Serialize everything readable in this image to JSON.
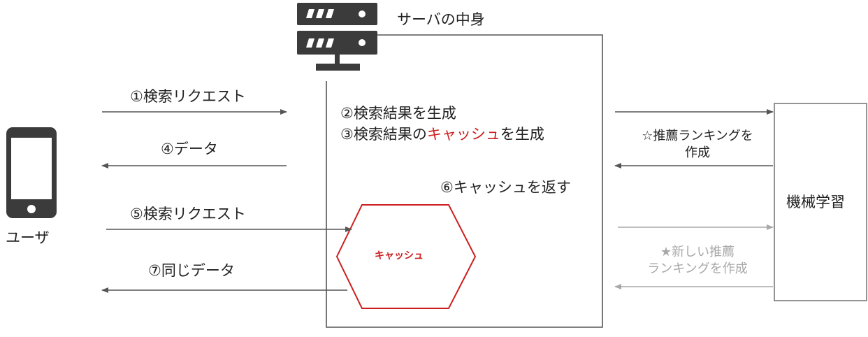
{
  "server": {
    "title": "サーバの中身",
    "steps": {
      "step2": "②検索結果を生成",
      "step3_prefix": "③検索結果の",
      "step3_highlight": "キャッシュ",
      "step3_suffix": "を生成",
      "step6": "⑥キャッシュを返す"
    },
    "cache_label": "キャッシュ"
  },
  "user": {
    "label": "ユーザ",
    "arrows": {
      "request1": "①検索リクエスト",
      "data": "④データ",
      "request2": "⑤検索リクエスト",
      "same_data": "⑦同じデータ"
    }
  },
  "ml": {
    "label": "機械学習",
    "ranking_line1": "☆推薦ランキングを",
    "ranking_line2": "作成",
    "new_ranking_line1": "★新しい推薦",
    "new_ranking_line2": "ランキングを作成"
  },
  "colors": {
    "accent": "#cc1f1f",
    "icon": "#3b3b3b",
    "line": "#555555",
    "faded": "#a8a8a8"
  },
  "icons": [
    "server-icon",
    "smartphone-icon"
  ]
}
